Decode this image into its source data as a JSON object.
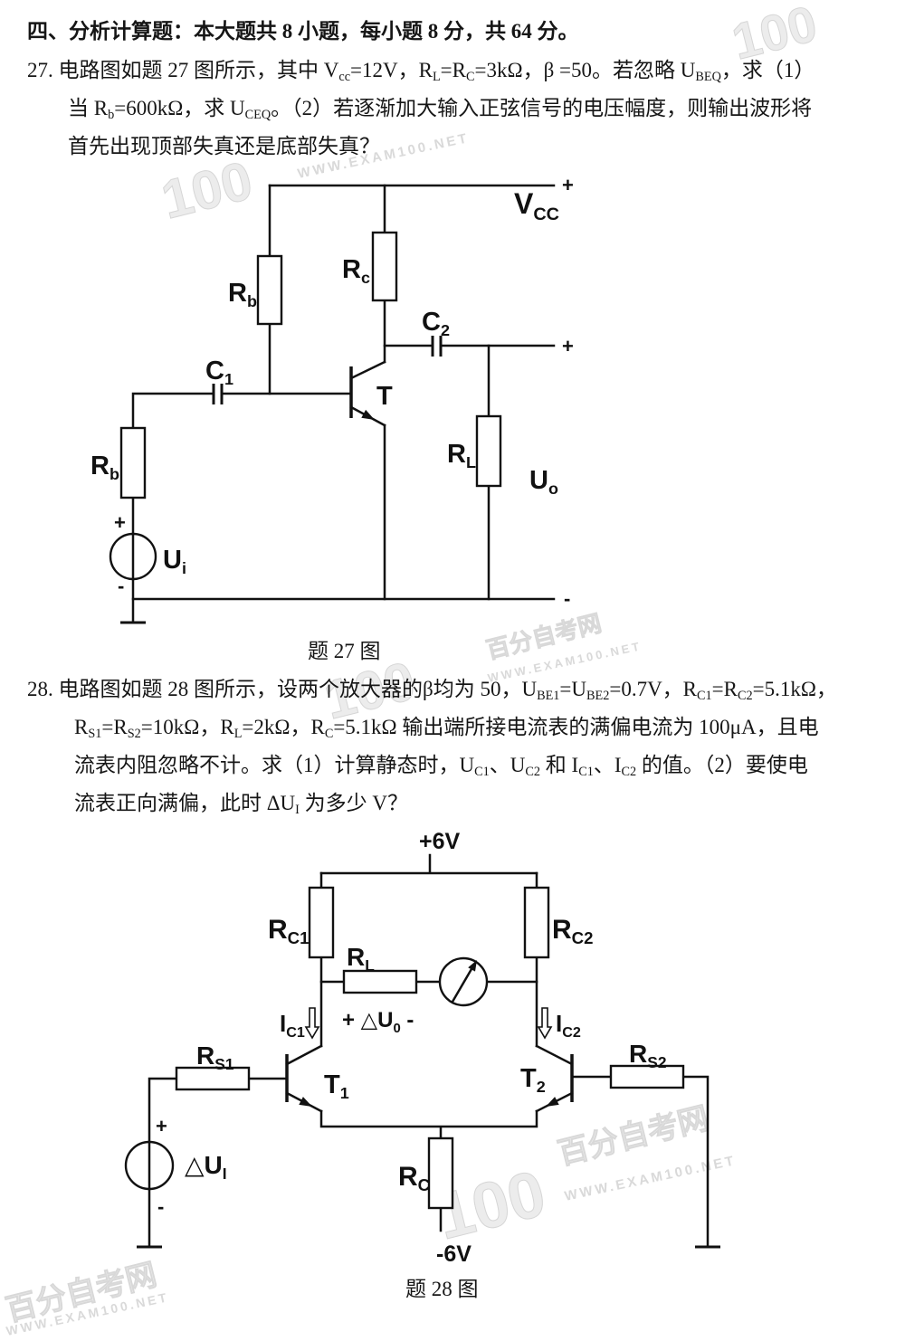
{
  "section_heading": "四、分析计算题：本大题共 8 小题，每小题 8 分，共 64 分。",
  "q27": {
    "lines": [
      [
        "27. 电路图如题 27 图所示，其中 V",
        {
          "sub": "cc"
        },
        "=12V，R",
        {
          "sub": "L"
        },
        "=R",
        {
          "sub": "C"
        },
        "=3kΩ，β =50。若忽略 U",
        {
          "sub": "BEQ"
        },
        "，求（1）"
      ],
      [
        "当 R",
        {
          "sub": "b"
        },
        "=600kΩ，求 U",
        {
          "sub": "CEQ"
        },
        "。（2）若逐渐加大输入正弦信号的电压幅度，则输出波形将"
      ],
      [
        "首先出现顶部失真还是底部失真？"
      ]
    ],
    "figure": {
      "caption": "题 27 图",
      "labels": {
        "vcc": [
          "V",
          {
            "sub": "CC"
          }
        ],
        "vcc_plus": "+",
        "rb_top": [
          "R",
          {
            "sub": "b"
          }
        ],
        "rc": [
          "R",
          {
            "sub": "c"
          }
        ],
        "c2": [
          "C",
          {
            "sub": "2"
          }
        ],
        "out_plus": "+",
        "c1": [
          "C",
          {
            "sub": "1"
          }
        ],
        "t": "T",
        "rl": [
          "R",
          {
            "sub": "L"
          }
        ],
        "uo": [
          "U",
          {
            "sub": "o"
          }
        ],
        "rb_bottom": [
          "R",
          {
            "sub": "b"
          }
        ],
        "src_plus": "+",
        "ui": [
          "U",
          {
            "sub": "i"
          }
        ],
        "src_minus": "-",
        "out_minus": "-"
      }
    }
  },
  "q28": {
    "lines": [
      [
        "28. 电路图如题 28 图所示，设两个放大器的β均为 50，U",
        {
          "sub": "BE1"
        },
        "=U",
        {
          "sub": "BE2"
        },
        "=0.7V，R",
        {
          "sub": "C1"
        },
        "=R",
        {
          "sub": "C2"
        },
        "=5.1kΩ，"
      ],
      [
        "R",
        {
          "sub": "S1"
        },
        "=R",
        {
          "sub": "S2"
        },
        "=10kΩ，R",
        {
          "sub": "L"
        },
        "=2kΩ，R",
        {
          "sub": "C"
        },
        "=5.1kΩ 输出端所接电流表的满偏电流为 100μA，且电"
      ],
      [
        "流表内阻忽略不计。求（1）计算静态时，U",
        {
          "sub": "C1"
        },
        "、U",
        {
          "sub": "C2"
        },
        " 和 I",
        {
          "sub": "C1"
        },
        "、I",
        {
          "sub": "C2"
        },
        " 的值。（2）要使电"
      ],
      [
        "流表正向满偏，此时 ΔU",
        {
          "sub": "I"
        },
        " 为多少 V？"
      ]
    ],
    "figure": {
      "caption": "题 28 图",
      "labels": {
        "supply_pos": "+6V",
        "rc1": [
          "R",
          {
            "sub": "C1"
          }
        ],
        "rc2": [
          "R",
          {
            "sub": "C2"
          }
        ],
        "rl": [
          "R",
          {
            "sub": "L"
          }
        ],
        "du0": [
          "+ △U",
          {
            "sub": "0"
          },
          " -"
        ],
        "ic1": [
          "I",
          {
            "sub": "C1"
          }
        ],
        "ic2": [
          "I",
          {
            "sub": "C2"
          }
        ],
        "t1": [
          "T",
          {
            "sub": "1"
          }
        ],
        "t2": [
          "T",
          {
            "sub": "2"
          }
        ],
        "rs1": [
          "R",
          {
            "sub": "S1"
          }
        ],
        "rs2": [
          "R",
          {
            "sub": "S2"
          }
        ],
        "src_plus": "+",
        "src_minus": "-",
        "dui": [
          "△U",
          {
            "sub": "I"
          }
        ],
        "rc": [
          "R",
          {
            "sub": "C"
          }
        ],
        "supply_neg": "-6V"
      }
    }
  },
  "watermark": {
    "digits": "100",
    "name": "百分自考网",
    "url": "WWW.EXAM100.NET"
  },
  "icons": {
    "voltage_source": "circle-source-icon",
    "ammeter": "ammeter-icon",
    "ground": "ground-icon"
  }
}
